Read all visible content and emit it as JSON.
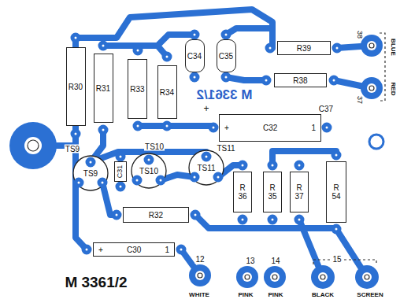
{
  "diagram": {
    "nodes": [
      {
        "text": [
          "R30"
        ]
      },
      {
        "text": [
          "R31"
        ]
      },
      {
        "text": [
          "R33"
        ]
      },
      {
        "text": [
          "R34"
        ]
      },
      {
        "text": [
          "C34"
        ]
      },
      {
        "text": [
          "C35"
        ]
      },
      {
        "text": [
          "R39"
        ]
      },
      {
        "text": [
          "R38"
        ]
      },
      {
        "text": [
          "+",
          "C32",
          "1"
        ]
      },
      {
        "text": [
          "TS9",
          "TS9"
        ]
      },
      {
        "text": [
          "TS10",
          "TS10"
        ]
      },
      {
        "text": [
          "TS11",
          "TS11"
        ]
      },
      {
        "text": [
          "C31"
        ]
      },
      {
        "text": [
          "R32"
        ]
      },
      {
        "text": [
          "R 36"
        ]
      },
      {
        "text": [
          "R 35"
        ]
      },
      {
        "text": [
          "R 37"
        ]
      },
      {
        "text": [
          "R 54"
        ]
      },
      {
        "text": [
          "+",
          "C30",
          "1"
        ]
      }
    ],
    "labels": [
      "M 3361/2",
      "+",
      "C37",
      "38",
      "BLUE",
      "37",
      "RED",
      "12",
      "WHITE",
      "13",
      "PINK",
      "14",
      "PINK",
      "15",
      "BLACK",
      "SCREEN",
      "M 3361/2"
    ]
  }
}
